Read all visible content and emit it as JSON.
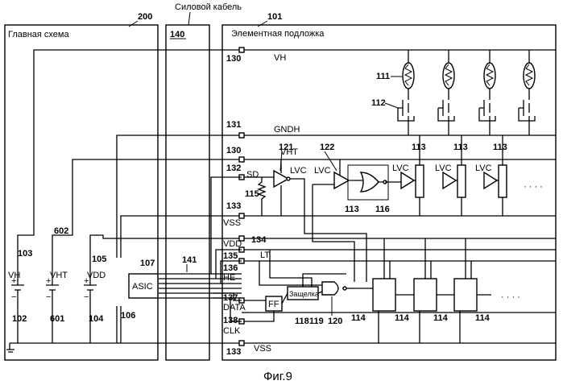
{
  "top_label": "Силовой кабель",
  "panels": {
    "main": {
      "num": "200",
      "title": "Главная схема"
    },
    "cable": {
      "num": "140"
    },
    "substrate": {
      "num": "101",
      "title": "Элементная подложка"
    }
  },
  "supplies": [
    {
      "name": "VH",
      "num_top": "103",
      "num_bottom": "102"
    },
    {
      "name": "VHT",
      "num_top": "602",
      "num_bottom": "601"
    },
    {
      "name": "VDD",
      "num_top": "105",
      "num_bottom": "104"
    }
  ],
  "asic": {
    "label": "ASIC",
    "num_top": "107",
    "num_bottom": "106"
  },
  "cable_bundle_num": "141",
  "terminals": [
    {
      "num": "130",
      "sig": "VH"
    },
    {
      "num": "131",
      "sig": "GNDH"
    },
    {
      "num": "130",
      "sig": "VHT"
    },
    {
      "num": "132",
      "sig": "SD"
    },
    {
      "num": "133",
      "sig": "VSS"
    },
    {
      "num": "134",
      "sig": "VDD"
    },
    {
      "num": "135",
      "sig": "LT"
    },
    {
      "num": "136",
      "sig": "HE"
    },
    {
      "num": "137",
      "sig": "DATA"
    },
    {
      "num": "138",
      "sig": "CLK"
    },
    {
      "num": "133",
      "sig": "VSS"
    }
  ],
  "parts": {
    "heater": "111",
    "transistor": "112",
    "resistor": "115",
    "lvc_buffer": "121",
    "lvc_buffer2": "122",
    "level_conv": "113",
    "or_gate": "116",
    "shift": "114",
    "ff": "118",
    "latch": "119",
    "and_gate": "120"
  },
  "labels": {
    "lvc": "LVC",
    "ff": "FF",
    "latch": "Защелка",
    "plus": "+",
    "minus": "−",
    "dots": "· · · ·"
  },
  "caption": "Фиг.9"
}
